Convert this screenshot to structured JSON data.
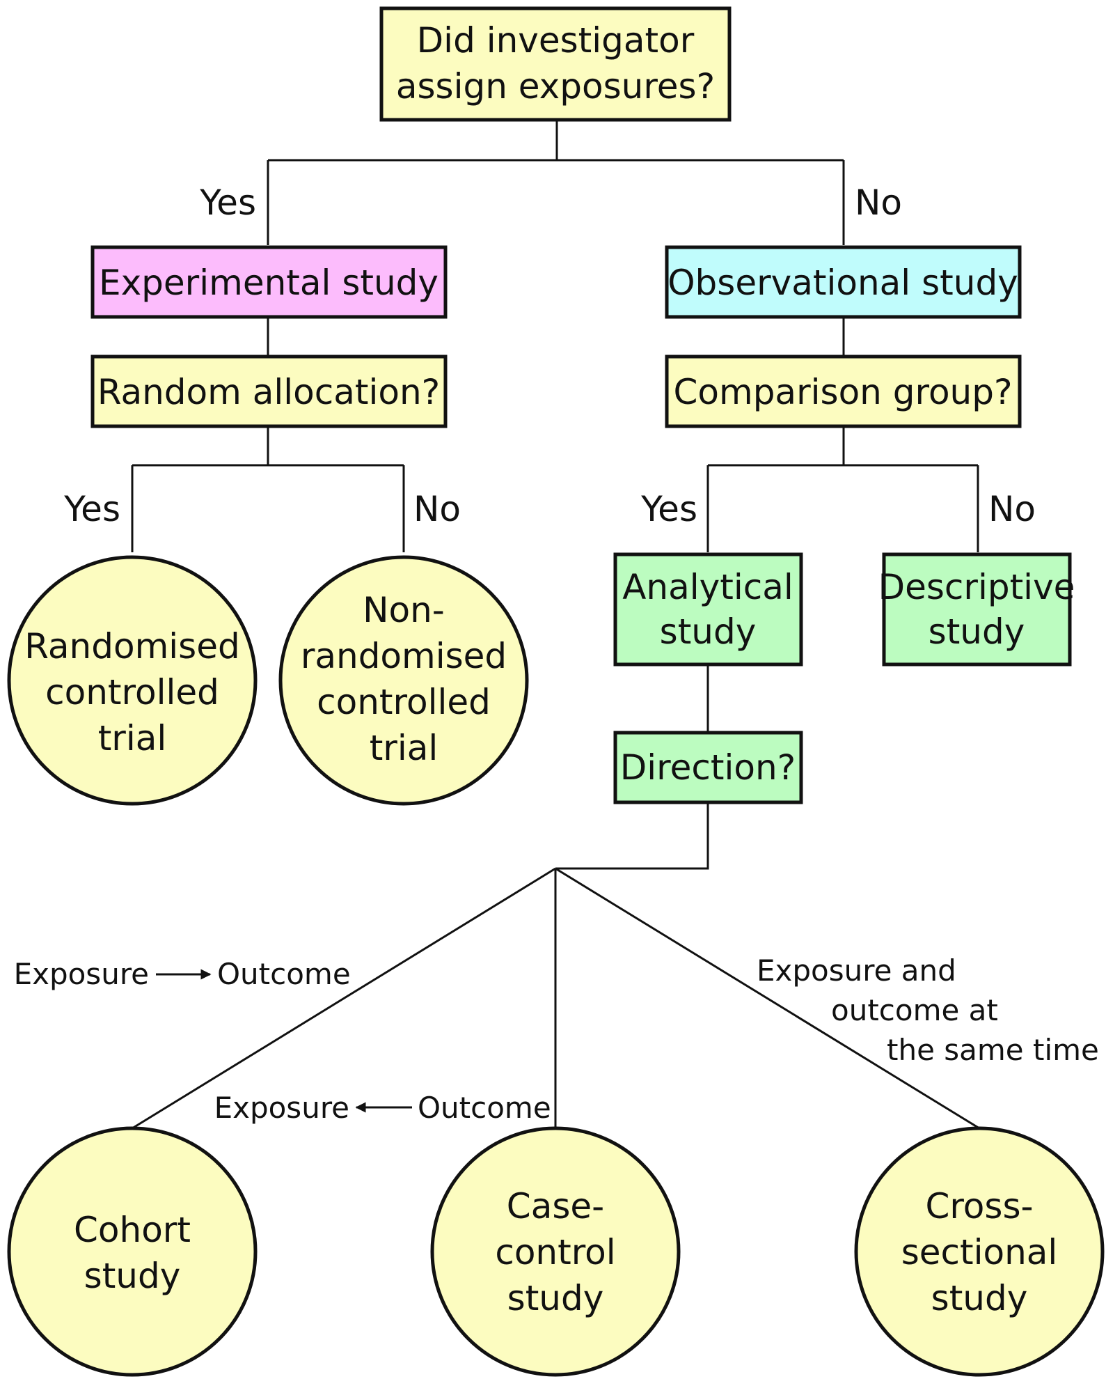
{
  "colors": {
    "question": "#fcfcc0",
    "experimental": "#fcbcfc",
    "observational": "#c0fcfc",
    "analytical": "#bcfcc0",
    "outcome_circle": "#fcfcc0",
    "stroke": "#111111"
  },
  "nodes": {
    "root": [
      "Did investigator",
      "assign exposures?"
    ],
    "experimental": [
      "Experimental study"
    ],
    "observational": [
      "Observational study"
    ],
    "random_allocation": [
      "Random allocation?"
    ],
    "comparison_group": [
      "Comparison group?"
    ],
    "rct": [
      "Randomised",
      "controlled",
      "trial"
    ],
    "non_rct": [
      "Non-",
      "randomised",
      "controlled",
      "trial"
    ],
    "analytical": [
      "Analytical",
      "study"
    ],
    "descriptive": [
      "Descriptive",
      "study"
    ],
    "direction": [
      "Direction?"
    ],
    "cohort": [
      "Cohort",
      "study"
    ],
    "case_control": [
      "Case-",
      "control",
      "study"
    ],
    "cross_sectional": [
      "Cross-",
      "sectional",
      "study"
    ]
  },
  "edge_labels": {
    "root_yes": "Yes",
    "root_no": "No",
    "random_yes": "Yes",
    "random_no": "No",
    "comparison_yes": "Yes",
    "comparison_no": "No"
  },
  "direction_labels": {
    "cohort_from": "Exposure",
    "cohort_to": "Outcome",
    "case_control_from": "Exposure",
    "case_control_to": "Outcome",
    "cross_sectional": [
      "Exposure and",
      "outcome at",
      "the same time"
    ]
  }
}
